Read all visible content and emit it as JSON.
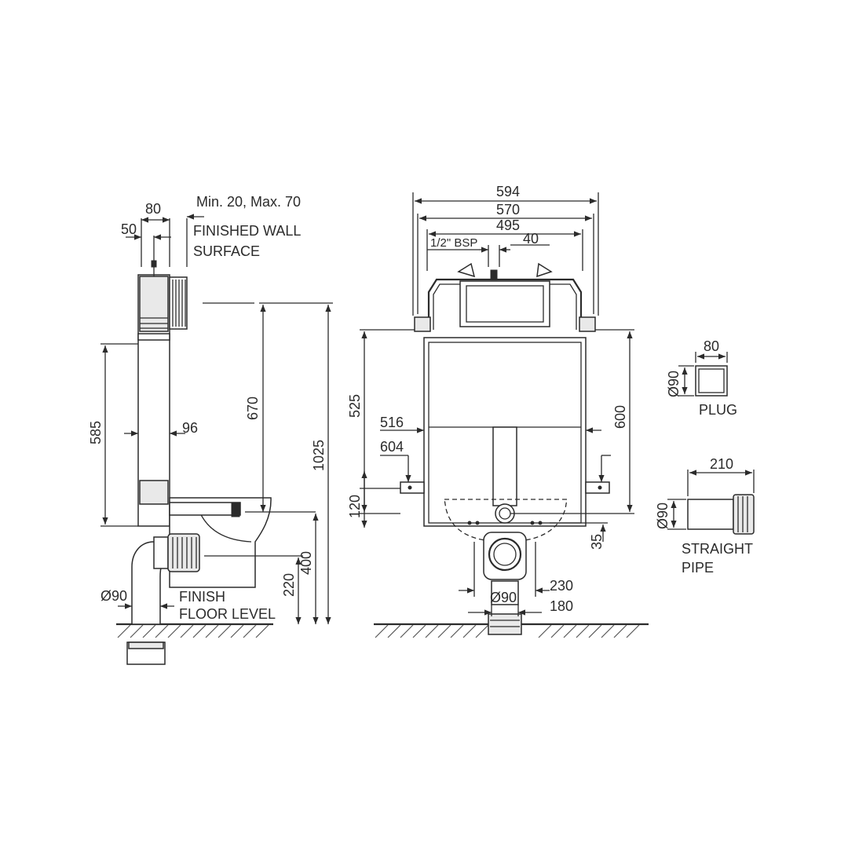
{
  "side_view": {
    "dim_80": "80",
    "dim_50": "50",
    "wall_range": "Min. 20, Max. 70",
    "finished_wall_1": "FINISHED WALL",
    "finished_wall_2": "SURFACE",
    "dim_585": "585",
    "dim_96": "96",
    "dim_670": "670",
    "dim_1025": "1025",
    "dim_400": "400",
    "dim_220": "220",
    "dim_d90": "Ø90",
    "finish_floor_1": "FINISH",
    "finish_floor_2": "FLOOR LEVEL"
  },
  "front_view": {
    "dim_594": "594",
    "dim_570": "570",
    "dim_495": "495",
    "dim_40": "40",
    "bsp": "1/2\" BSP",
    "dim_525": "525",
    "dim_600": "600",
    "dim_516": "516",
    "dim_604": "604",
    "dim_120": "120",
    "dim_35": "35",
    "dim_230": "230",
    "dim_d90": "Ø90",
    "dim_180": "180"
  },
  "plug": {
    "dim_80": "80",
    "dim_d90": "Ø90",
    "label": "PLUG"
  },
  "straight_pipe": {
    "dim_210": "210",
    "dim_d90": "Ø90",
    "label_1": "STRAIGHT",
    "label_2": "PIPE"
  }
}
